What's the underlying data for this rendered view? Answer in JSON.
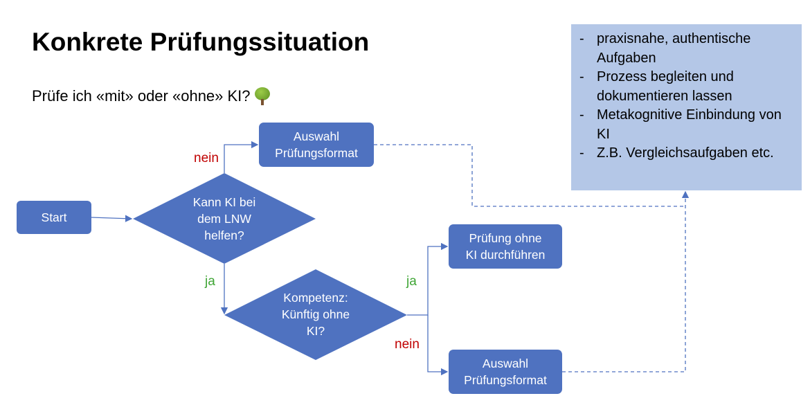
{
  "title": "Konkrete Prüfungssituation",
  "subtitle": "Prüfe ich «mit» oder «ohne» KI?",
  "subtitle_icon": "tree-icon",
  "note": {
    "items": [
      "praxisnahe, authentische Aufgaben",
      "Prozess begleiten und dokumentieren lassen",
      "Metakognitive Einbindung von KI",
      "Z.B. Vergleichsaufgaben etc."
    ]
  },
  "nodes": {
    "start": "Start",
    "decision1": "Kann KI bei dem LNW helfen?",
    "format1": "Auswahl Prüfungsformat",
    "decision2": "Kompetenz: Künftig ohne KI?",
    "without_ai": "Prüfung ohne KI durchführen",
    "format2": "Auswahl Prüfungsformat"
  },
  "labels": {
    "nein1": "nein",
    "ja1": "ja",
    "ja2": "ja",
    "nein2": "nein"
  },
  "colors": {
    "node": "#4f72c0",
    "note": "#b4c7e7",
    "no": "#c00000",
    "yes": "#3fa535"
  }
}
